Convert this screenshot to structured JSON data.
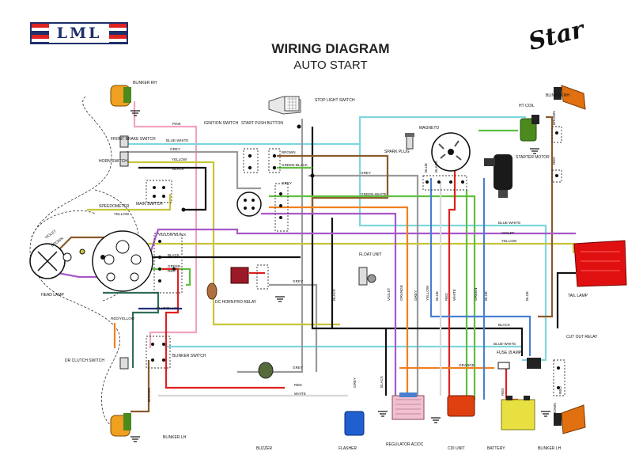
{
  "header": {
    "brand_logo": "LML",
    "title": "WIRING DIAGRAM",
    "subtitle": "AUTO START",
    "model_logo": "Star"
  },
  "components": {
    "blinker_rh_front": "BLINKER RH",
    "blinker_rh_rear": "BLINKER RH",
    "front_brake_switch": "FRONT BRAKE SWITCH",
    "horn_switch": "HORN SWITCH",
    "stop_light_switch": "STOP LIGHT SWITCH",
    "ignition_switch": "IGNITION SWITCH",
    "start_push_button": "START PUSH BUTTON",
    "magneto": "MAGNETO",
    "spark_plug": "SPARK PLUG",
    "ht_coil": "HT COIL",
    "starter_motor": "STARTER MOTOR",
    "speedometer": "SPEEDOMETER",
    "main_switch": "MAIN SWITCH",
    "head_lamp": "HEAD LAMP",
    "float_unit": "FLOAT UNIT",
    "dc_horn": "DC HORN",
    "pro_relay": "PRO RELAY",
    "tail_lamp": "TAIL LAMP",
    "cut_out_relay": "CUT OUT RELAY",
    "fuse": "FUSE (8 AMP)",
    "dr_clutch_switch": "DR CLUTCH SWITCH",
    "blinker_switch": "BLINKER SWITCH",
    "blinker_lh_front": "BLINKER LH",
    "blinker_lh_rear": "BLINKER LH",
    "buzzer": "BUZZER",
    "flasher": "FLASHER",
    "regulator": "REGULATOR AC/DC",
    "cdi_unit": "CDI UNIT",
    "battery": "BATTERY"
  },
  "wire_labels": {
    "pink": "PINK",
    "blue_white": "BLUE-WHITE",
    "grey": "GREY",
    "yellow": "YELLOW",
    "black": "BLACK",
    "brown": "BROWN",
    "green_black": "GREEN-BLACK",
    "green_white": "GREEN-WHITE",
    "violet": "VIOLET",
    "green": "GREEN",
    "red": "RED",
    "blue_black": "BLUE/BLACK",
    "red_yellow": "RED/YELLOW",
    "white": "WHITE",
    "orange": "ORANGE",
    "blue": "BLUE",
    "yellow_black": "YELLOW BLACK"
  },
  "colors": {
    "pink": "#f3a3c3",
    "blue_white": "#7fd6df",
    "grey": "#9a9a9a",
    "yellow": "#c8c43a",
    "black": "#111111",
    "brown": "#8b5a2b",
    "green": "#5fbf3f",
    "violet": "#a858c8",
    "red": "#e02020",
    "orange": "#f08020",
    "blue": "#4a7fd0",
    "white": "#d8d8d8",
    "brand_navy": "#1f2f6b"
  }
}
